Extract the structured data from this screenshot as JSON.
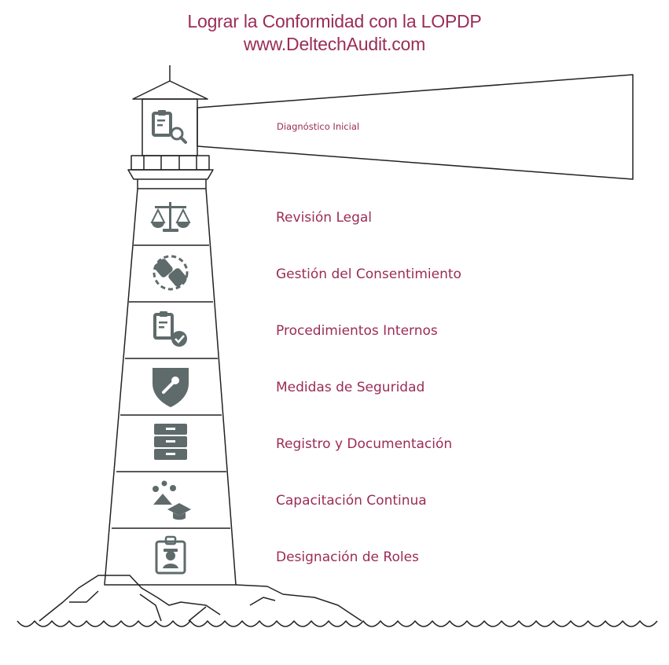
{
  "title": {
    "line1": "Lograr la Conformidad con la LOPDP",
    "line2": "www.DeltechAudit.com"
  },
  "colors": {
    "accent": "#9b2c56",
    "outline": "#222222",
    "icon": "#5f6b6b"
  },
  "beam": {
    "label": "Diagnóstico Inicial",
    "icon": "clipboard-search-icon"
  },
  "steps": [
    {
      "label": "Revisión Legal",
      "icon": "scales-icon"
    },
    {
      "label": "Gestión del Consentimiento",
      "icon": "handshake-gear-icon"
    },
    {
      "label": "Procedimientos Internos",
      "icon": "clipboard-check-icon"
    },
    {
      "label": "Medidas de Seguridad",
      "icon": "shield-key-icon"
    },
    {
      "label": "Registro y Documentación",
      "icon": "filing-cabinet-icon"
    },
    {
      "label": "Capacitación Continua",
      "icon": "graduation-group-icon"
    },
    {
      "label": "Designación de Roles",
      "icon": "id-badge-icon"
    }
  ]
}
